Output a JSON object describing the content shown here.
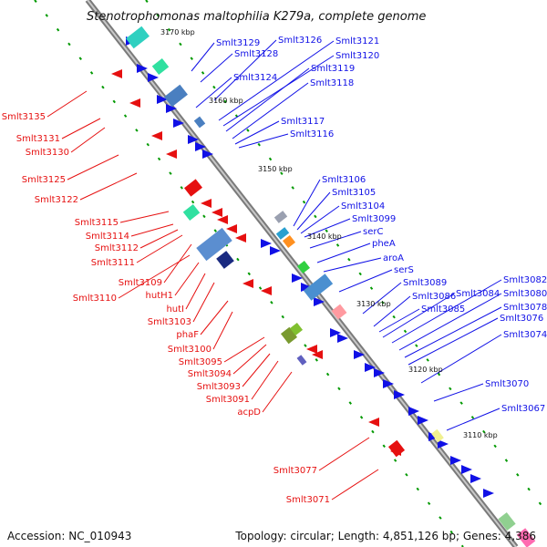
{
  "title": "Stenotrophomonas maltophilia K279a, complete genome",
  "footer": {
    "accession": "Accession: NC_010943",
    "topology": "Topology: circular; Length: 4,851,126 bp; Genes: 4,386"
  },
  "colors": {
    "backbone": "#8c8c8c",
    "forward": "#1010e6",
    "reverse": "#e61010",
    "tick": "#009900"
  },
  "scale_labels": [
    "3170 kbp",
    "3160 kbp",
    "3150 kbp",
    "3140 kbp",
    "3130 kbp",
    "3120 kbp",
    "3110 kbp"
  ],
  "labels_right": [
    "Smlt3129",
    "Smlt3126",
    "Smlt3121",
    "Smlt3128",
    "Smlt3120",
    "Smlt3119",
    "Smlt3124",
    "Smlt3118",
    "Smlt3117",
    "Smlt3116",
    "Smlt3106",
    "Smlt3105",
    "Smlt3104",
    "Smlt3099",
    "serC",
    "pheA",
    "aroA",
    "serS",
    "Smlt3089",
    "Smlt3086",
    "Smlt3084",
    "Smlt3082",
    "Smlt3080",
    "Smlt3085",
    "Smlt3078",
    "Smlt3076",
    "Smlt3074",
    "Smlt3070",
    "Smlt3067"
  ],
  "labels_left": [
    "Smlt3135",
    "Smlt3131",
    "Smlt3130",
    "Smlt3125",
    "Smlt3122",
    "Smlt3115",
    "Smlt3114",
    "Smlt3112",
    "Smlt3111",
    "Smlt3109",
    "Smlt3110",
    "hutH1",
    "hutI",
    "Smlt3103",
    "phaF",
    "Smlt3100",
    "Smlt3095",
    "Smlt3094",
    "Smlt3093",
    "Smlt3091",
    "acpD",
    "Smlt3077",
    "Smlt3071"
  ]
}
